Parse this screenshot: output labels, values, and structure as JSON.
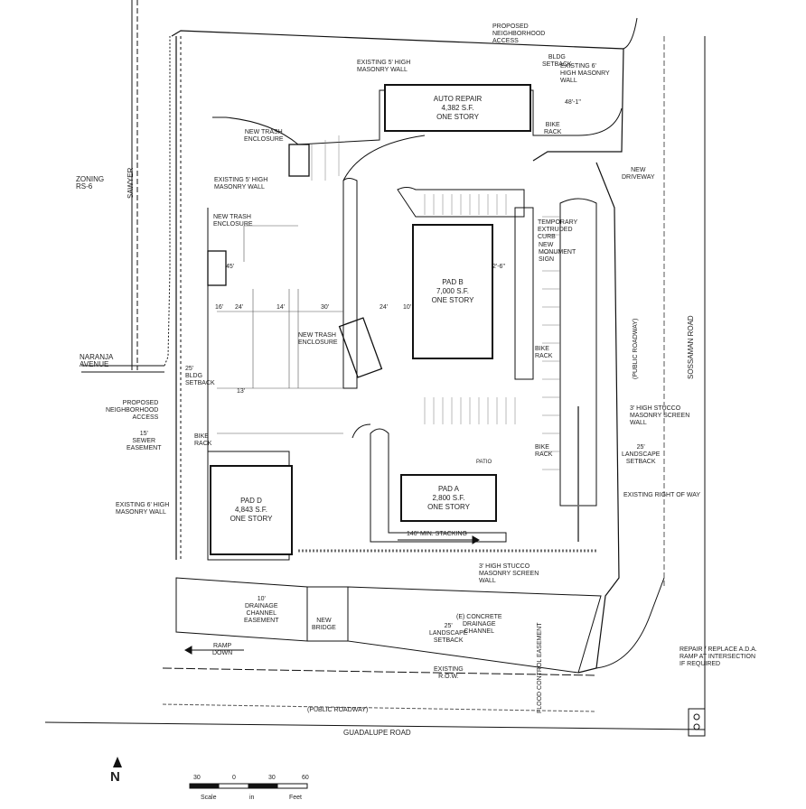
{
  "buildings": {
    "auto_repair": {
      "name": "AUTO REPAIR",
      "area": "4,382 S.F.",
      "stories": "ONE STORY"
    },
    "pad_b": {
      "name": "PAD B",
      "area": "7,000 S.F.",
      "stories": "ONE STORY"
    },
    "pad_a": {
      "name": "PAD A",
      "area": "2,800 S.F.",
      "stories": "ONE STORY"
    },
    "pad_d": {
      "name": "PAD D",
      "area": "4,843 S.F.",
      "stories": "ONE STORY"
    }
  },
  "labels": {
    "proposed_access_north": "PROPOSED\nNEIGHBORHOOD\nACCESS",
    "existing_5_wall_north": "EXISTING 5' HIGH\nMASONRY WALL",
    "existing_6_wall_ne": "EXISTING 6'\nHIGH MASONRY\nWALL",
    "bldg_setback_top": "BLDG\nSETBACK",
    "bike_rack_1": "BIKE\nRACK",
    "new_trash_1": "NEW TRASH\nENCLOSURE",
    "new_trash_2": "NEW TRASH\nENCLOSURE",
    "new_trash_3": "NEW TRASH\nENCLOSURE",
    "zoning": "ZONING\nRS-6",
    "existing_5_wall_west": "EXISTING 5' HIGH\nMASONRY WALL",
    "temp_curb": "TEMPORARY\nEXTRUDED\nCURB",
    "monument_sign": "NEW\nMONUMENT\nSIGN",
    "new_driveway": "NEW\nDRIVEWAY",
    "bike_rack_2": "BIKE\nRACK",
    "bike_rack_3": "BIKE\nRACK",
    "bike_rack_4": "BIKE\nRACK",
    "bldg_setback_west": "25'\nBLDG\nSETBACK",
    "proposed_access_west": "PROPOSED\nNEIGHBORHOOD\nACCESS",
    "sewer_easement": "15'\nSEWER\nEASEMENT",
    "existing_6_wall_west": "EXISTING 6' HIGH\nMASONRY WALL",
    "screen_wall_east": "3' HIGH STUCCO\nMASONRY SCREEN\nWALL",
    "landscape_setback_east": "25'\nLANDSCAPE\nSETBACK",
    "existing_row": "EXISTING RIGHT OF WAY",
    "stacking": "140' MIN. STACKING",
    "screen_wall_south": "3' HIGH STUCCO\nMASONRY SCREEN\nWALL",
    "drainage_easement": "10'\nDRAINAGE\nCHANNEL\nEASEMENT",
    "new_bridge": "NEW\nBRIDGE",
    "concrete_channel": "(E) CONCRETE\nDRAINAGE\nCHANNEL",
    "landscape_setback_south": "25'\nLANDSCAPE\nSETBACK",
    "existing_row_south": "EXISTING\nR.O.W.",
    "flood_easement": "FLOOD CONTROL EASEMENT",
    "ramp_down": "RAMP\nDOWN",
    "ada_ramp": "REPAIR / REPLACE A.D.A.\nRAMP AT INTERSECTION\nIF REQUIRED",
    "patio": "PATIO",
    "public_roadway_south": "(PUBLIC ROADWAY)",
    "public_roadway_east": "(PUBLIC ROADWAY)"
  },
  "roads": {
    "sawyer": "SAWYER",
    "naranja": "NARANJA\nAVENUE",
    "sossaman": "SOSSAMAN ROAD",
    "guadalupe": "GUADALUPE ROAD"
  },
  "dims": {
    "d_48": "48'-1\"",
    "d_30": "30'",
    "d_24a": "24'",
    "d_24b": "24'",
    "d_16": "16'",
    "d_14": "14'",
    "d_10": "10'",
    "d_2": "2'-6\"",
    "d_45": "45'",
    "d_13": "13'"
  },
  "scale": {
    "ticks": [
      "30",
      "0",
      "30",
      "60"
    ],
    "units": [
      "Scale",
      "in",
      "Feet"
    ]
  },
  "north": "N",
  "colors": {
    "line": "#111111",
    "light": "#9a9a9a",
    "wall": "#6f6f6f"
  }
}
